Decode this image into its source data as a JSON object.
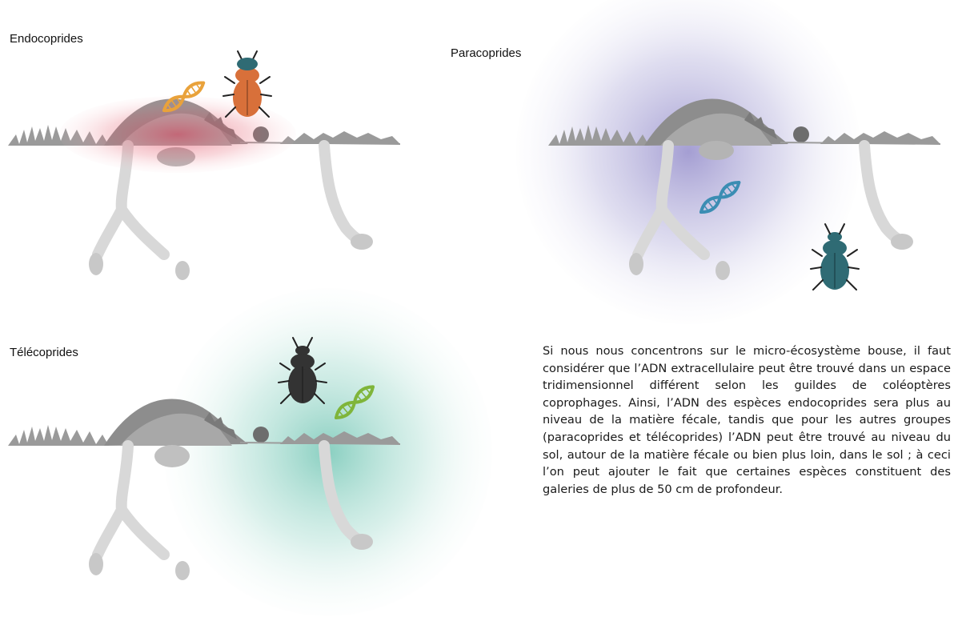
{
  "labels": {
    "endocoprides": "Endocoprides",
    "paracoprides": "Paracoprides",
    "telecoprides": "Télécoprides"
  },
  "paragraph": "Si nous nous concentrons sur le micro-écosystème bouse, il faut considérer que l’ADN extracellulaire peut être trouvé dans un espace tridimensionnel différent selon les guildes de coléoptères coprophages. Ainsi, l’ADN des espèces endocoprides sera plus au niveau de la matière fécale, tandis que pour les autres groupes (paracoprides et télécoprides) l’ADN peut être trouvé au niveau du sol, autour de la matière fécale ou bien plus loin, dans le sol ; à ceci l’on peut ajouter le fait que certaines espèces constituent des galeries de plus de 50 cm de profondeur.",
  "colors": {
    "endo_glow": "#d9334f",
    "para_glow": "#5a4fae",
    "tele_glow": "#2aa88e",
    "dna_endo": "#e9a23b",
    "dna_para": "#3b8db3",
    "dna_tele": "#7fb53a",
    "beetle_endo": "#d8703a",
    "beetle_para": "#2f6b74",
    "beetle_tele": "#333333",
    "ground": "#8a8a8a"
  }
}
